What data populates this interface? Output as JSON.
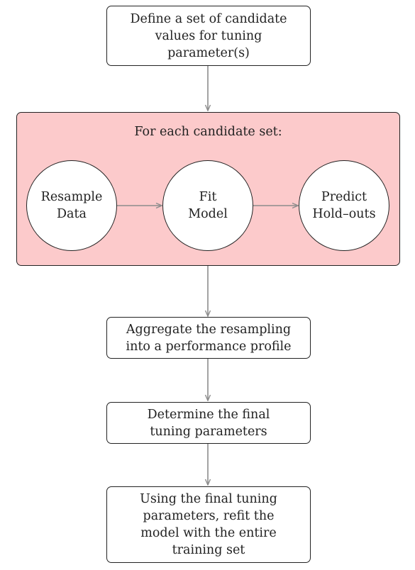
{
  "step1": {
    "lines": [
      "Define a set of candidate",
      "values for tuning",
      "parameter(s)"
    ]
  },
  "loop": {
    "title": "For each candidate set:",
    "nodes": [
      {
        "lines": [
          "Resample",
          "Data"
        ]
      },
      {
        "lines": [
          "Fit",
          "Model"
        ]
      },
      {
        "lines": [
          "Predict",
          "Hold–outs"
        ]
      }
    ]
  },
  "step2": {
    "lines": [
      "Aggregate the resampling",
      "into a performance profile"
    ]
  },
  "step3": {
    "lines": [
      "Determine the final",
      "tuning parameters"
    ]
  },
  "step4": {
    "lines": [
      "Using the final tuning",
      "parameters, refit the",
      "model with the entire",
      "training set"
    ]
  },
  "colors": {
    "loop_fill": "#fccacb",
    "arrow": "#8c8c8c",
    "border": "#222222"
  }
}
